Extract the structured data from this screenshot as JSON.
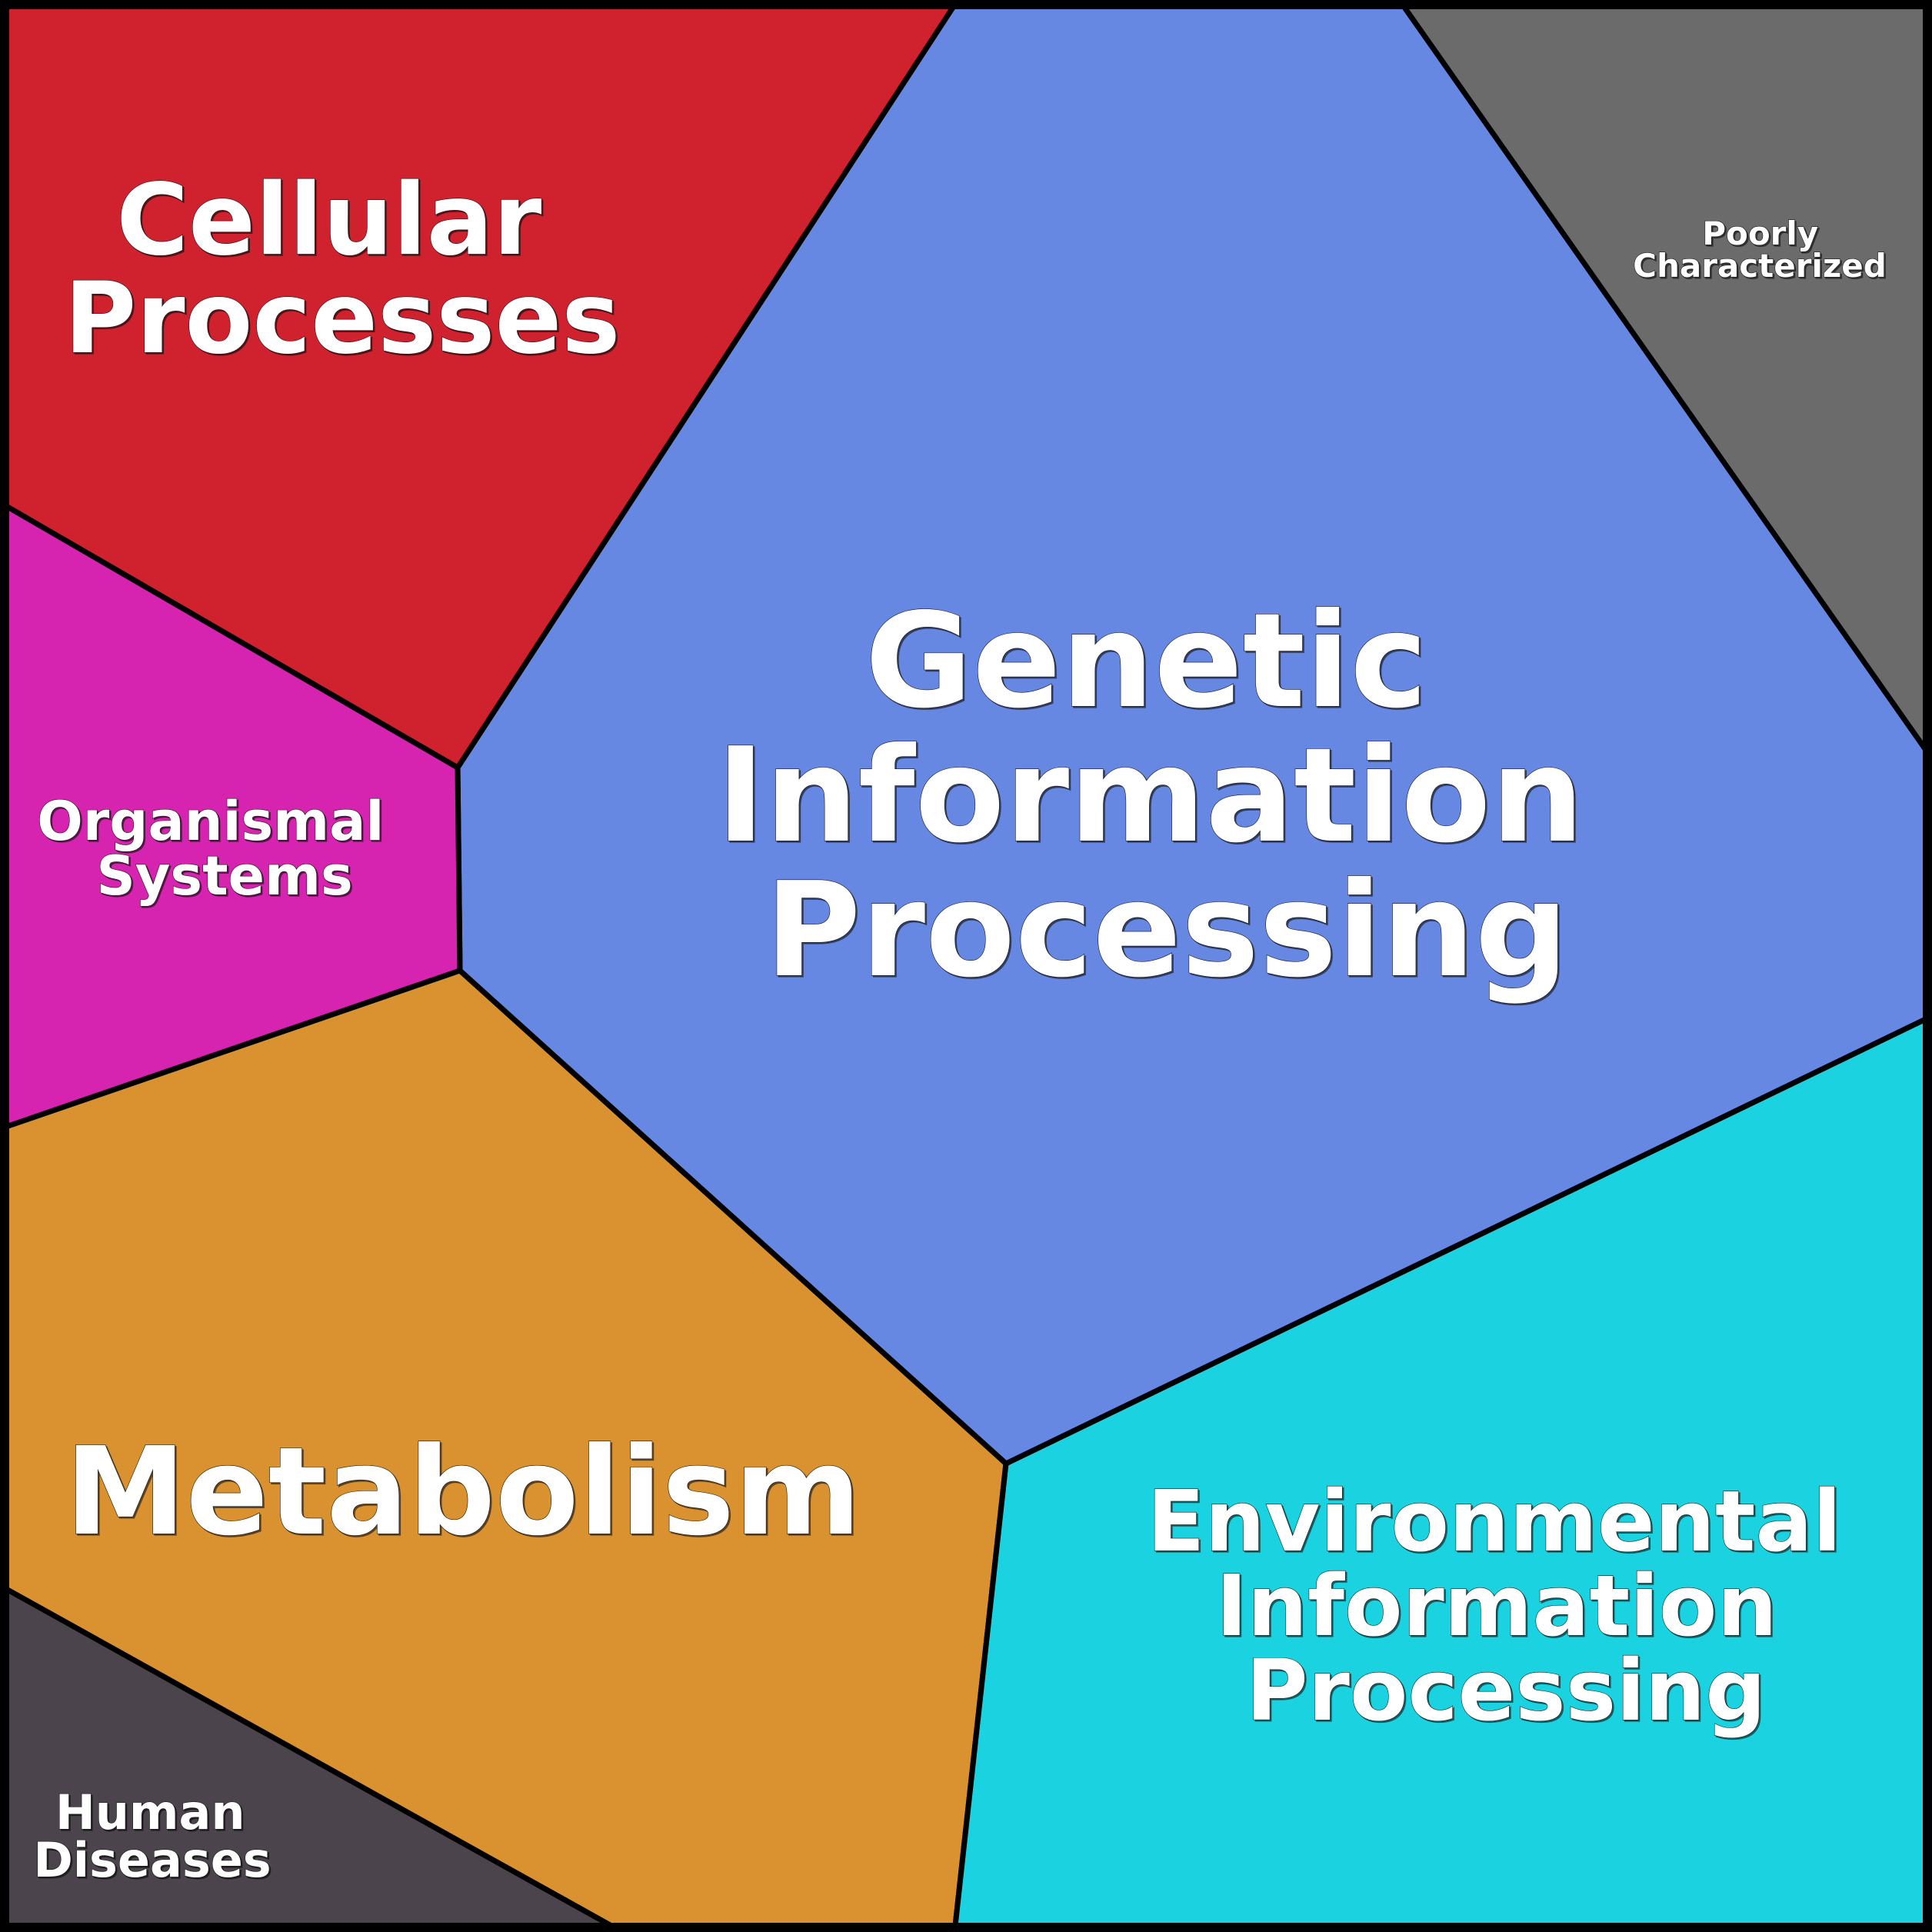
{
  "diagram": {
    "type": "voronoi-treemap",
    "regions": [
      {
        "id": "genetic",
        "label_lines": [
          "Genetic",
          "Information",
          "Processing"
        ],
        "color": "#6688e2"
      },
      {
        "id": "cellular",
        "label_lines": [
          "Cellular",
          "Processes"
        ],
        "color": "#cf222e"
      },
      {
        "id": "poorly",
        "label_lines": [
          "Poorly",
          "Characterized"
        ],
        "color": "#6b6b6b"
      },
      {
        "id": "organismal",
        "label_lines": [
          "Organismal",
          "Systems"
        ],
        "color": "#d623b0"
      },
      {
        "id": "metabolism",
        "label_lines": [
          "Metabolism"
        ],
        "color": "#da9130"
      },
      {
        "id": "environmental",
        "label_lines": [
          "Environmental",
          "Information",
          "Processing"
        ],
        "color": "#1bd3e0"
      },
      {
        "id": "human",
        "label_lines": [
          "Human",
          "Diseases"
        ],
        "color": "#4b444c"
      }
    ],
    "border_color": "#000000",
    "label_color": "#ffffff"
  }
}
